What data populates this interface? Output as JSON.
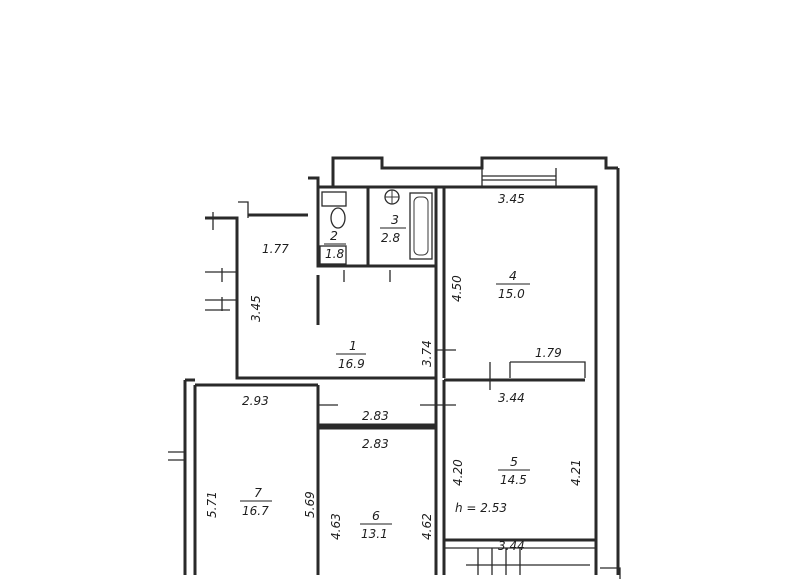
{
  "rooms": [
    {
      "id": "1",
      "number": "1",
      "area": "16.9"
    },
    {
      "id": "2",
      "number": "2",
      "area": "1.8"
    },
    {
      "id": "3",
      "number": "3",
      "area": "2.8"
    },
    {
      "id": "4",
      "number": "4",
      "area": "15.0"
    },
    {
      "id": "5",
      "number": "5",
      "area": "14.5"
    },
    {
      "id": "6",
      "number": "6",
      "area": "13.1"
    },
    {
      "id": "7",
      "number": "7",
      "area": "16.7"
    }
  ],
  "dimensions": {
    "hall_top": "1.77",
    "hall_left": "3.45",
    "room4_top": "3.45",
    "room4_left": "4.50",
    "hall_right": "3.74",
    "room4_bottom": "1.79",
    "room5_top": "3.44",
    "room7_top": "2.93",
    "hall_bottom": "2.83",
    "room6_top": "2.83",
    "room5_left": "4.20",
    "room5_right": "4.21",
    "room7_left": "5.71",
    "room7_right": "5.69",
    "room6_left": "4.63",
    "room6_right": "4.62",
    "room5_bottom": "3.44"
  },
  "ceiling_height": "h = 2.53"
}
